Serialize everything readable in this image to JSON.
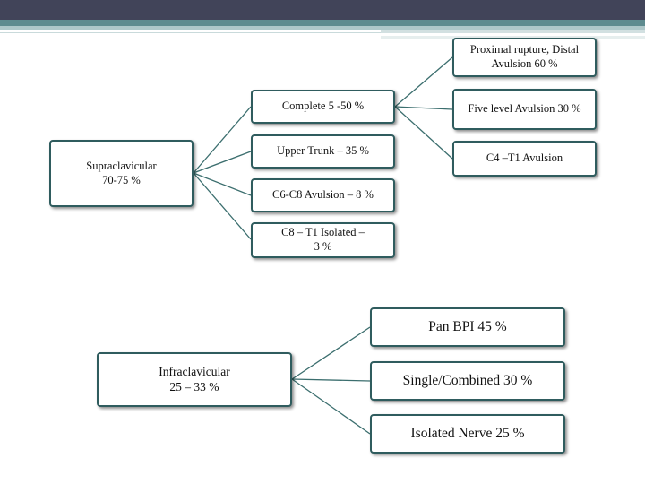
{
  "theme": {
    "header": "#414459",
    "accent": "#5e8b8f",
    "border": "#2f5c5e",
    "line": "#3b6e6e"
  },
  "supraclavicular": {
    "root": "Supraclavicular\n70-75 %",
    "branches": {
      "complete": "Complete 5 -50 %",
      "upper_trunk": "Upper Trunk – 35 %",
      "c6c8": "C6-C8 Avulsion – 8 %",
      "c8t1": "C8 – T1 Isolated –\n3 %"
    },
    "complete_children": {
      "proximal": "Proximal rupture, Distal\nAvulsion 60 %",
      "five_level": "Five level Avulsion  30 %",
      "c4t1": "C4 –T1 Avulsion"
    }
  },
  "infraclavicular": {
    "root": "Infraclavicular\n25 – 33 %",
    "branches": {
      "pan_bpi": "Pan BPI 45 %",
      "single_combined": "Single/Combined 30 %",
      "isolated_nerve": "Isolated Nerve  25 %"
    }
  }
}
